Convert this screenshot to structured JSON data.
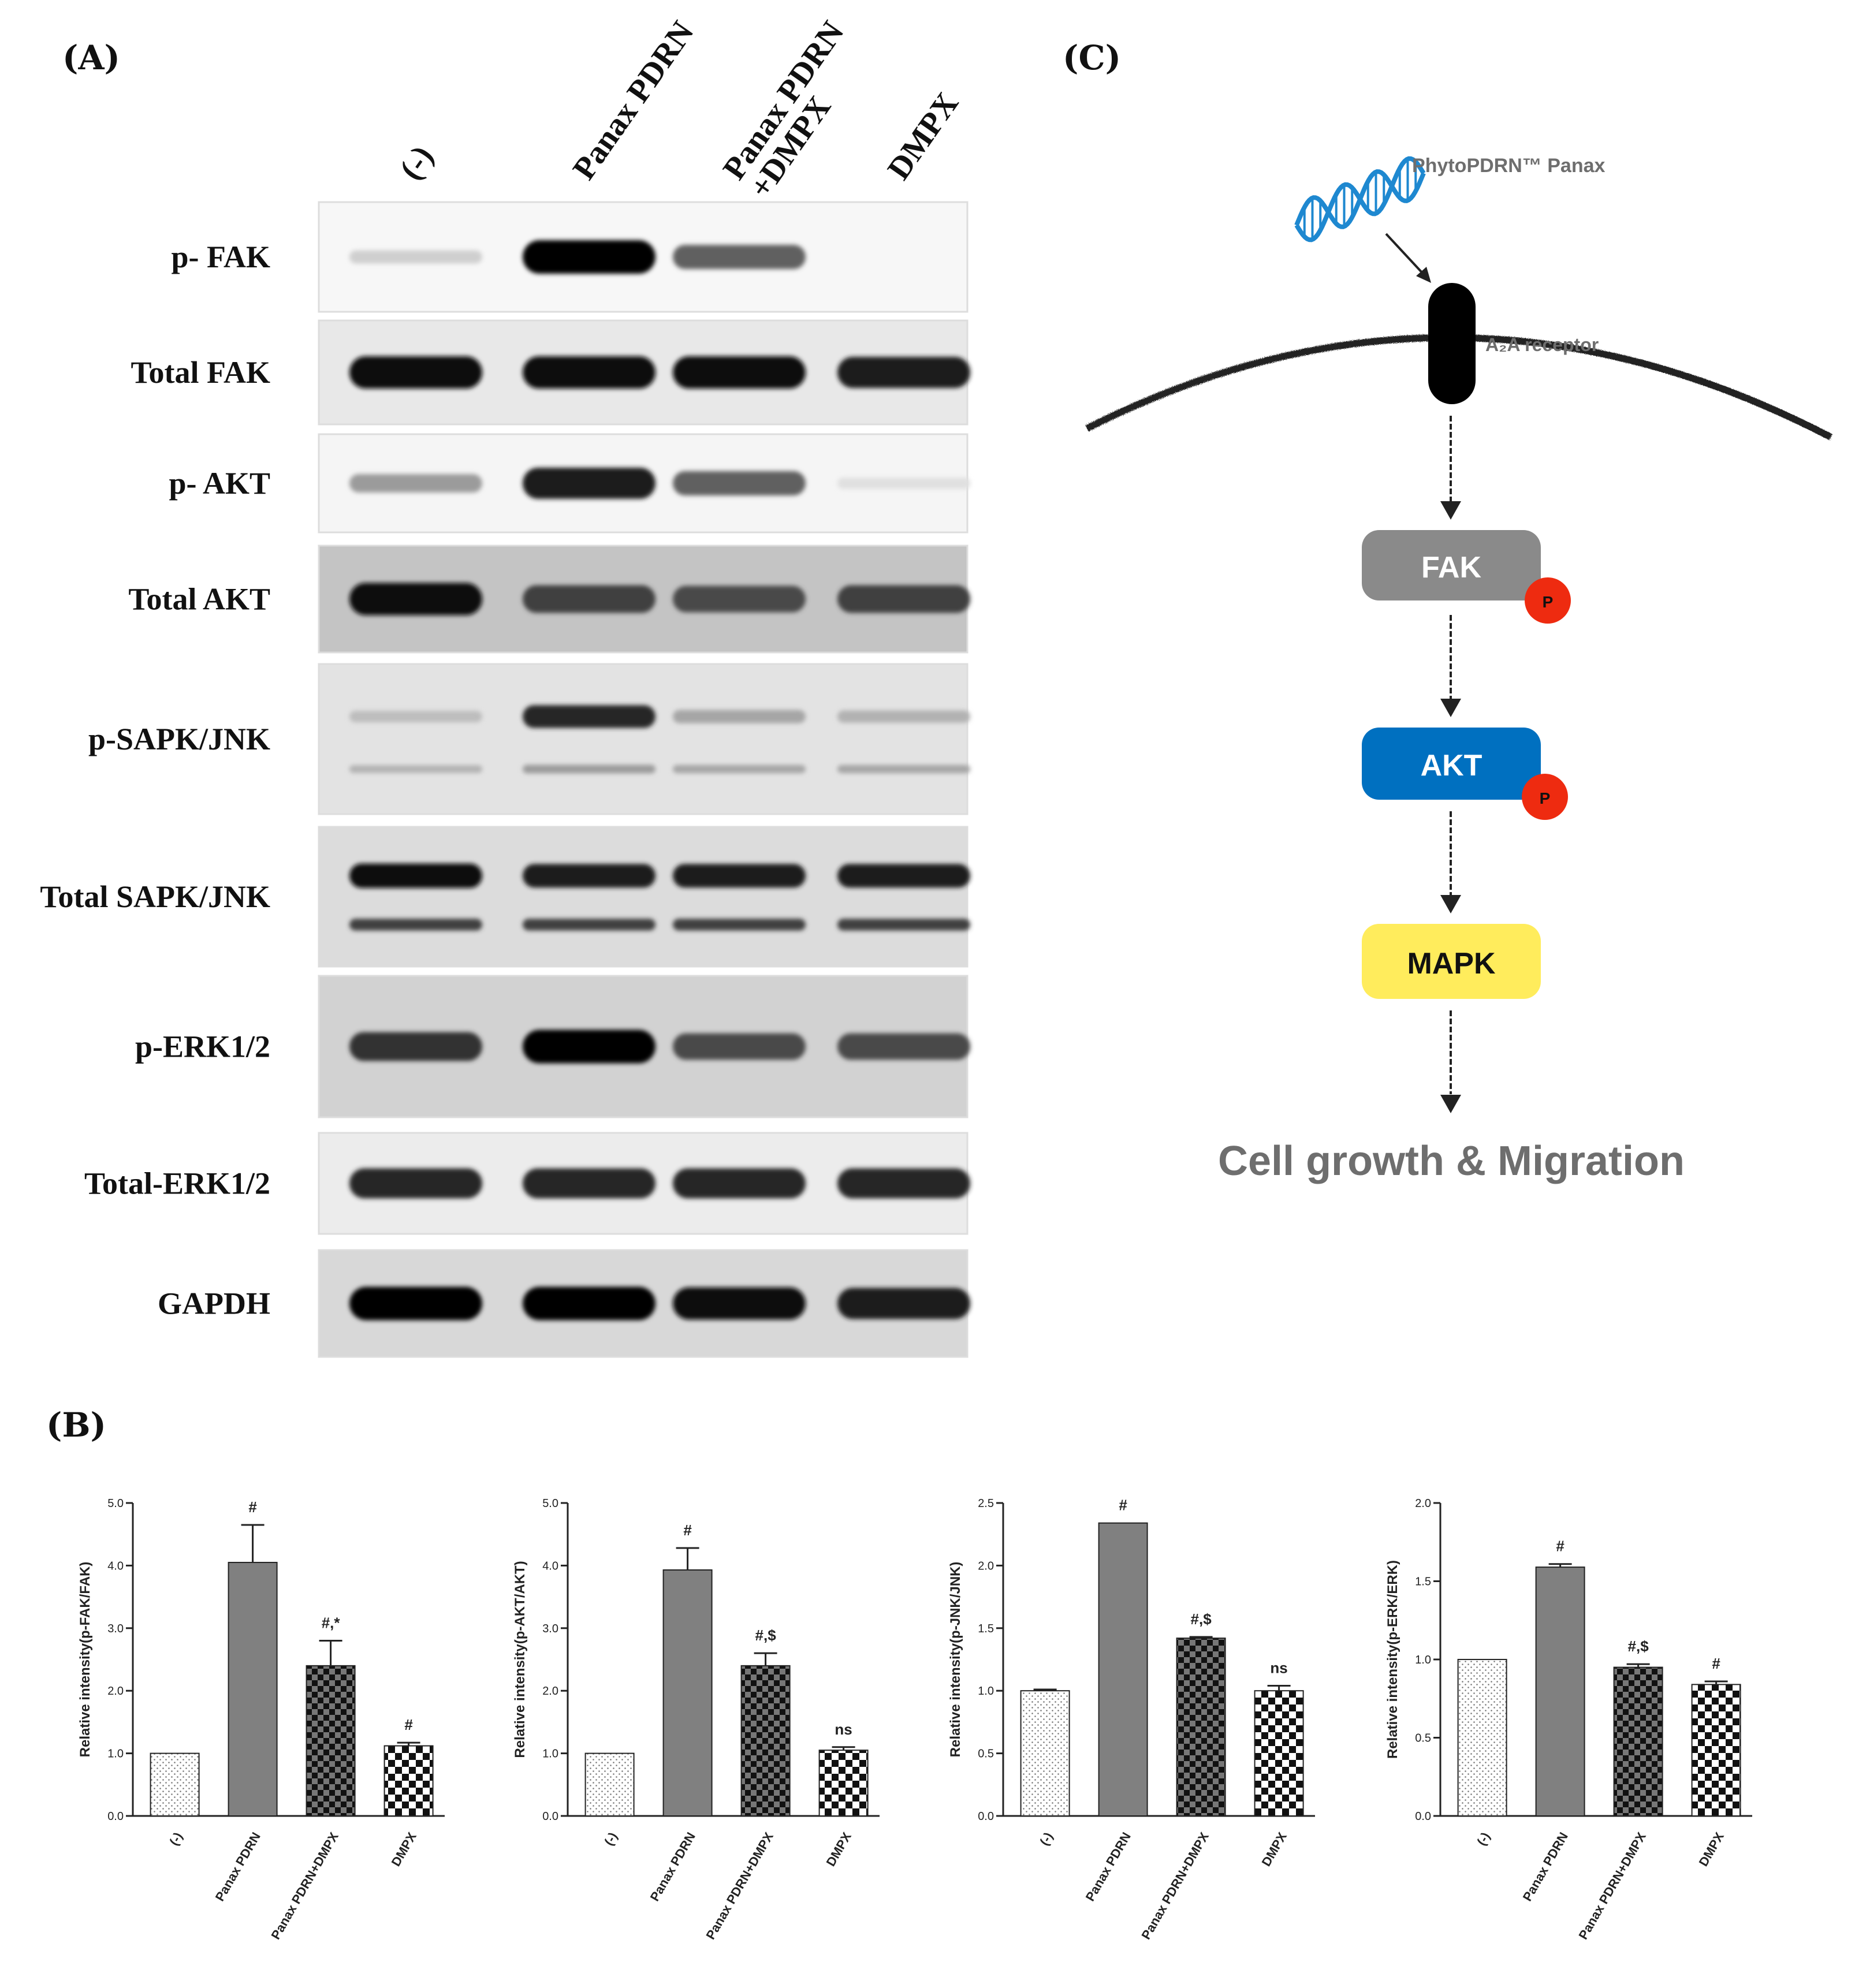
{
  "panels": {
    "a": "(A)",
    "b": "(B)",
    "c": "(C)"
  },
  "blot": {
    "lanes": [
      "(-)",
      "Panax PDRN",
      "Panax PDRN\n+DMPX",
      "DMPX"
    ],
    "rows": [
      {
        "label": "p- FAK",
        "bands": [
          [
            0.12
          ],
          [
            1.0
          ],
          [
            0.6
          ],
          [
            0.0
          ]
        ],
        "bg": "#f7f7f7"
      },
      {
        "label": "Total FAK",
        "bands": [
          [
            0.95
          ],
          [
            0.95
          ],
          [
            0.95
          ],
          [
            0.9
          ]
        ],
        "bg": "#e8e8e8"
      },
      {
        "label": "p- AKT",
        "bands": [
          [
            0.35
          ],
          [
            0.9
          ],
          [
            0.6
          ],
          [
            0.05
          ]
        ],
        "bg": "#f5f5f5"
      },
      {
        "label": "Total AKT",
        "bands": [
          [
            0.95
          ],
          [
            0.75
          ],
          [
            0.7
          ],
          [
            0.75
          ]
        ],
        "bg": "#c4c4c4"
      },
      {
        "label": "p-SAPK/JNK",
        "bands": [
          [
            0.2,
            0.25
          ],
          [
            0.85,
            0.35
          ],
          [
            0.3,
            0.3
          ],
          [
            0.25,
            0.3
          ]
        ],
        "bg": "#e3e3e3"
      },
      {
        "label": "Total SAPK/JNK",
        "bands": [
          [
            0.95,
            0.75
          ],
          [
            0.9,
            0.75
          ],
          [
            0.9,
            0.75
          ],
          [
            0.9,
            0.75
          ]
        ],
        "bg": "#dcdcdc"
      },
      {
        "label": "p-ERK1/2",
        "bands": [
          [
            0.8
          ],
          [
            1.0
          ],
          [
            0.7
          ],
          [
            0.7
          ]
        ],
        "bg": "#d2d2d2"
      },
      {
        "label": "Total-ERK1/2",
        "bands": [
          [
            0.85
          ],
          [
            0.85
          ],
          [
            0.85
          ],
          [
            0.85
          ]
        ],
        "bg": "#ececec"
      },
      {
        "label": "GAPDH",
        "bands": [
          [
            1.0
          ],
          [
            1.0
          ],
          [
            0.95
          ],
          [
            0.9
          ]
        ],
        "bg": "#d8d8d8"
      }
    ]
  },
  "diagram": {
    "ligand": "PhytoPDRN™ Panax",
    "receptor": "A₂A receptor",
    "fak": "FAK",
    "akt": "AKT",
    "mapk": "MAPK",
    "phospho": "P",
    "outcome": "Cell growth & Migration",
    "colors": {
      "fak": "#8a8a8a",
      "akt": "#0070c0",
      "mapk": "#ffec5c",
      "phospho": "#ee2b10",
      "dna": "#1e88d0"
    }
  },
  "chart_data": [
    {
      "type": "bar",
      "categories": [
        "(-)",
        "Panax PDRN",
        "Panax PDRN+DMPX",
        "DMPX"
      ],
      "values": [
        1.0,
        4.05,
        2.4,
        1.12
      ],
      "errors": [
        0.0,
        0.6,
        0.4,
        0.05
      ],
      "annotations": [
        "",
        "#",
        "#,*",
        "#"
      ],
      "ylabel": "Relative intensity(p-FAK/FAK)",
      "ylim": [
        0,
        5.0
      ],
      "yticks": [
        "0.0",
        "1.0",
        "2.0",
        "3.0",
        "4.0",
        "5.0"
      ]
    },
    {
      "type": "bar",
      "categories": [
        "(-)",
        "Panax PDRN",
        "Panax PDRN+DMPX",
        "DMPX"
      ],
      "values": [
        1.0,
        3.93,
        2.4,
        1.05
      ],
      "errors": [
        0.0,
        0.35,
        0.2,
        0.05
      ],
      "annotations": [
        "",
        "#",
        "#,$",
        "ns"
      ],
      "ylabel": "Relative intensity(p-AKT/AKT)",
      "ylim": [
        0,
        5.0
      ],
      "yticks": [
        "0.0",
        "1.0",
        "2.0",
        "3.0",
        "4.0",
        "5.0"
      ]
    },
    {
      "type": "bar",
      "categories": [
        "(-)",
        "Panax PDRN",
        "Panax PDRN+DMPX",
        "DMPX"
      ],
      "values": [
        1.0,
        2.34,
        1.42,
        1.0
      ],
      "errors": [
        0.01,
        0.0,
        0.01,
        0.04
      ],
      "annotations": [
        "",
        "#",
        "#,$",
        "ns"
      ],
      "ylabel": "Relative intensity(p-JNK/JNK)",
      "ylim": [
        0,
        2.5
      ],
      "yticks": [
        "0.0",
        "0.5",
        "1.0",
        "1.5",
        "2.0",
        "2.5"
      ]
    },
    {
      "type": "bar",
      "categories": [
        "(-)",
        "Panax PDRN",
        "Panax PDRN+DMPX",
        "DMPX"
      ],
      "values": [
        1.0,
        1.59,
        0.95,
        0.84
      ],
      "errors": [
        0.0,
        0.02,
        0.02,
        0.02
      ],
      "annotations": [
        "",
        "#",
        "#,$",
        "#"
      ],
      "ylabel": "Relative intensity(p-ERK/ERK)",
      "ylim": [
        0,
        2.0
      ],
      "yticks": [
        "0.0",
        "0.5",
        "1.0",
        "1.5",
        "2.0"
      ]
    }
  ]
}
